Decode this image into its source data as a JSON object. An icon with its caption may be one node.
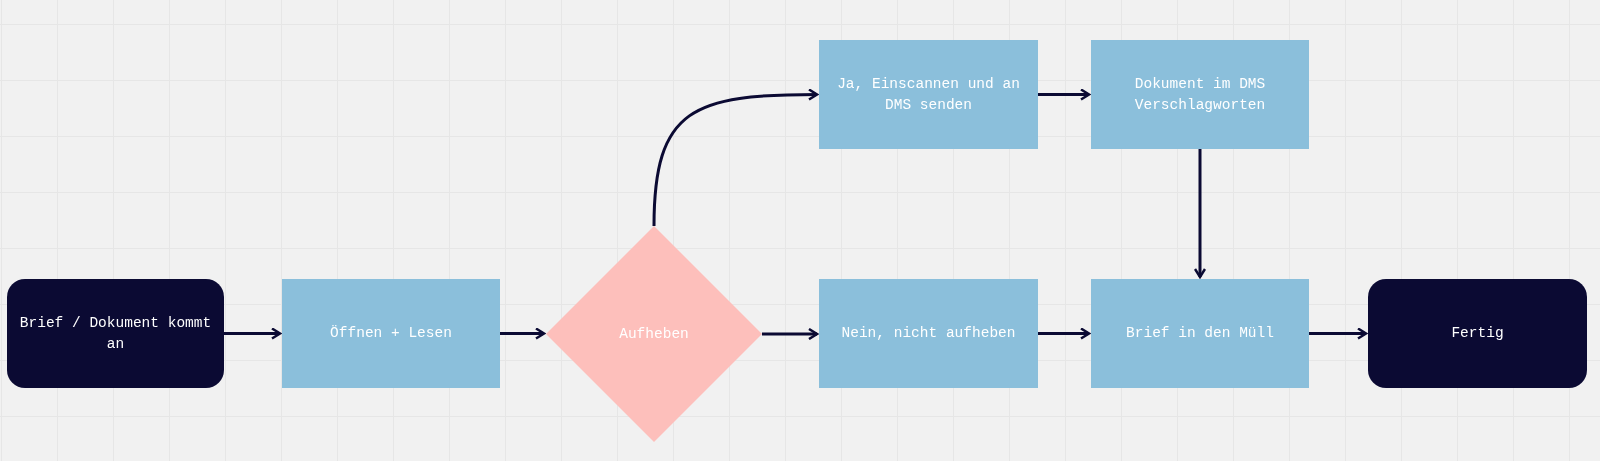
{
  "diagram": {
    "nodes": [
      {
        "text": [
          "Brief / Dokument kommt an"
        ]
      },
      {
        "text": [
          "Öffnen + Lesen"
        ]
      },
      {
        "text": [
          "Aufheben"
        ]
      },
      {
        "text": [
          "Ja, Einscannen und an DMS senden"
        ]
      },
      {
        "text": [
          "Dokument im DMS Verschlagworten"
        ]
      },
      {
        "text": [
          "Nein, nicht aufheben"
        ]
      },
      {
        "text": [
          "Brief in den Müll"
        ]
      },
      {
        "text": [
          "Fertig"
        ]
      }
    ],
    "edges": [
      {
        "from": 0,
        "to": 1,
        "arrow": "to"
      },
      {
        "from": 1,
        "to": 2,
        "arrow": "to"
      },
      {
        "from": 2,
        "to": 3,
        "arrow": "to"
      },
      {
        "from": 2,
        "to": 5,
        "arrow": "to"
      },
      {
        "from": 3,
        "to": 4,
        "arrow": "to"
      },
      {
        "from": 4,
        "to": 6,
        "arrow": "to"
      },
      {
        "from": 5,
        "to": 6,
        "arrow": "to"
      },
      {
        "from": 6,
        "to": 7,
        "arrow": "to"
      }
    ]
  }
}
